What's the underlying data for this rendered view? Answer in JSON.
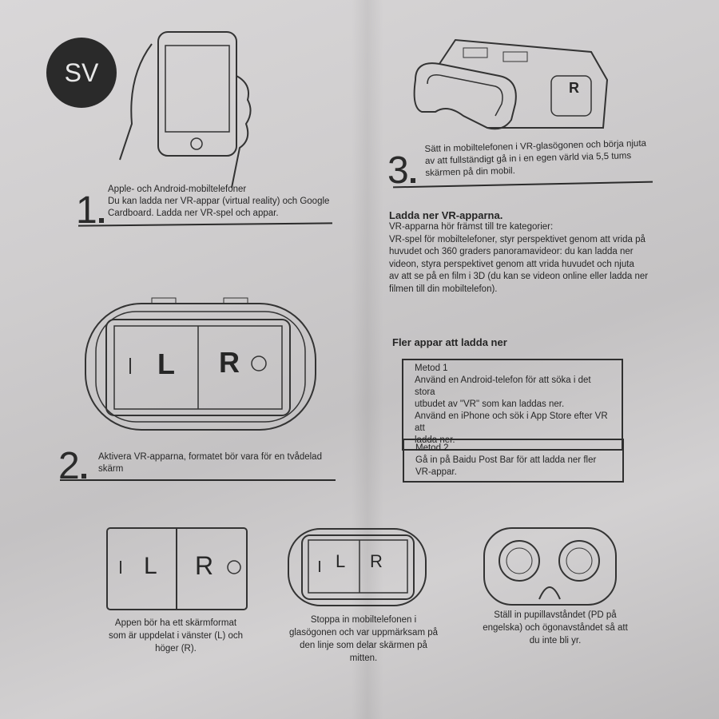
{
  "badge": "SV",
  "step1": {
    "num": "1",
    "lines": [
      "Apple- och Android-mobiltelefoner",
      "Du kan ladda ner VR-appar (virtual reality) och Google",
      "Cardboard. Ladda ner VR-spel och appar."
    ]
  },
  "step2": {
    "num": "2",
    "lines": [
      "Aktivera VR-apparna, formatet bör vara för en tvådelad",
      "skärm"
    ],
    "left": "L",
    "right": "R"
  },
  "step3": {
    "num": "3",
    "lines": [
      "Sätt in mobiltelefonen i VR-glasögonen och börja njuta",
      "av att fullständigt gå in i en egen värld via 5,5 tums",
      "skärmen på din mobil."
    ],
    "headset_label": "R"
  },
  "download": {
    "title": "Ladda ner VR-apparna.",
    "lines": [
      "VR-apparna hör främst till tre kategorier:",
      "VR-spel för mobiltelefoner, styr perspektivet genom att vrida på",
      "huvudet och 360 graders panoramavideor: du kan ladda ner",
      "videon, styra perspektivet genom att vrida huvudet och njuta",
      "av att se på en film i 3D (du kan se videon online eller ladda ner",
      "filmen till din mobiltelefon)."
    ]
  },
  "more": {
    "title": "Fler appar att ladda ner",
    "method1": {
      "title": "Metod 1",
      "lines": [
        "Använd en Android-telefon för att söka i det stora",
        "utbudet av \"VR\" som kan laddas ner.",
        "Använd en iPhone och sök i App Store efter VR att",
        "ladda ner."
      ]
    },
    "method2": {
      "title": "Metod 2",
      "lines": [
        "Gå in på Baidu Post Bar för att ladda ner fler",
        "VR-appar."
      ]
    }
  },
  "captions": [
    {
      "lines": [
        "Appen bör ha ett skärmformat",
        "som är uppdelat i vänster (L) och",
        "höger (R)."
      ]
    },
    {
      "lines": [
        "Stoppa in mobiltelefonen i",
        "glasögonen och var uppmärksam på",
        "den linje som delar skärmen på",
        "mitten."
      ]
    },
    {
      "lines": [
        "Ställ in pupillavståndet (PD på",
        "engelska) och ögonavståndet så att",
        "du inte bli yr."
      ]
    }
  ],
  "small": {
    "l": "L",
    "r": "R"
  }
}
